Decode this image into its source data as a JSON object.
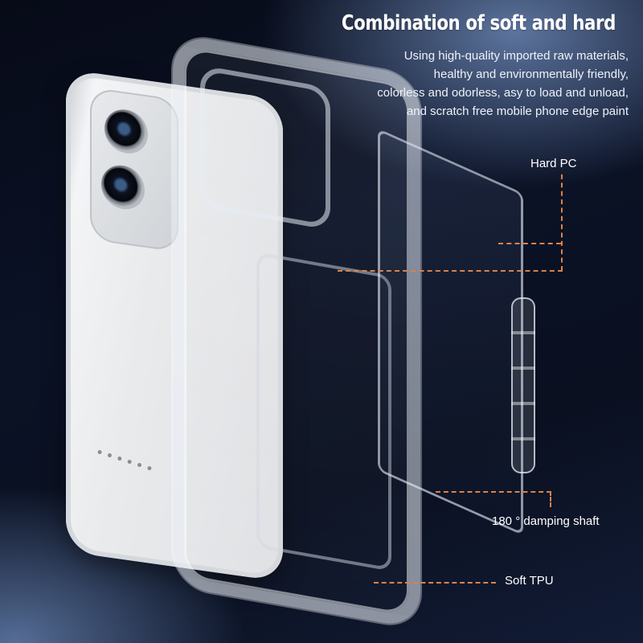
{
  "headline": "Combination of soft and hard",
  "description": [
    "Using high-quality imported raw materials,",
    "healthy and environmentally friendly,",
    "colorless and odorless, asy to load and unload,",
    "and scratch free mobile phone edge paint"
  ],
  "callouts": [
    {
      "label": "Hard PC",
      "line_color": "#d9824a"
    },
    {
      "label": "180 ° damping shaft",
      "line_color": "#d9824a"
    },
    {
      "label": "Soft TPU",
      "line_color": "#d9824a"
    }
  ],
  "graphics": {
    "product": "phone-with-clear-card-holder-case",
    "background_colors": [
      "#070b18",
      "#0b1226",
      "#7896c8"
    ]
  }
}
